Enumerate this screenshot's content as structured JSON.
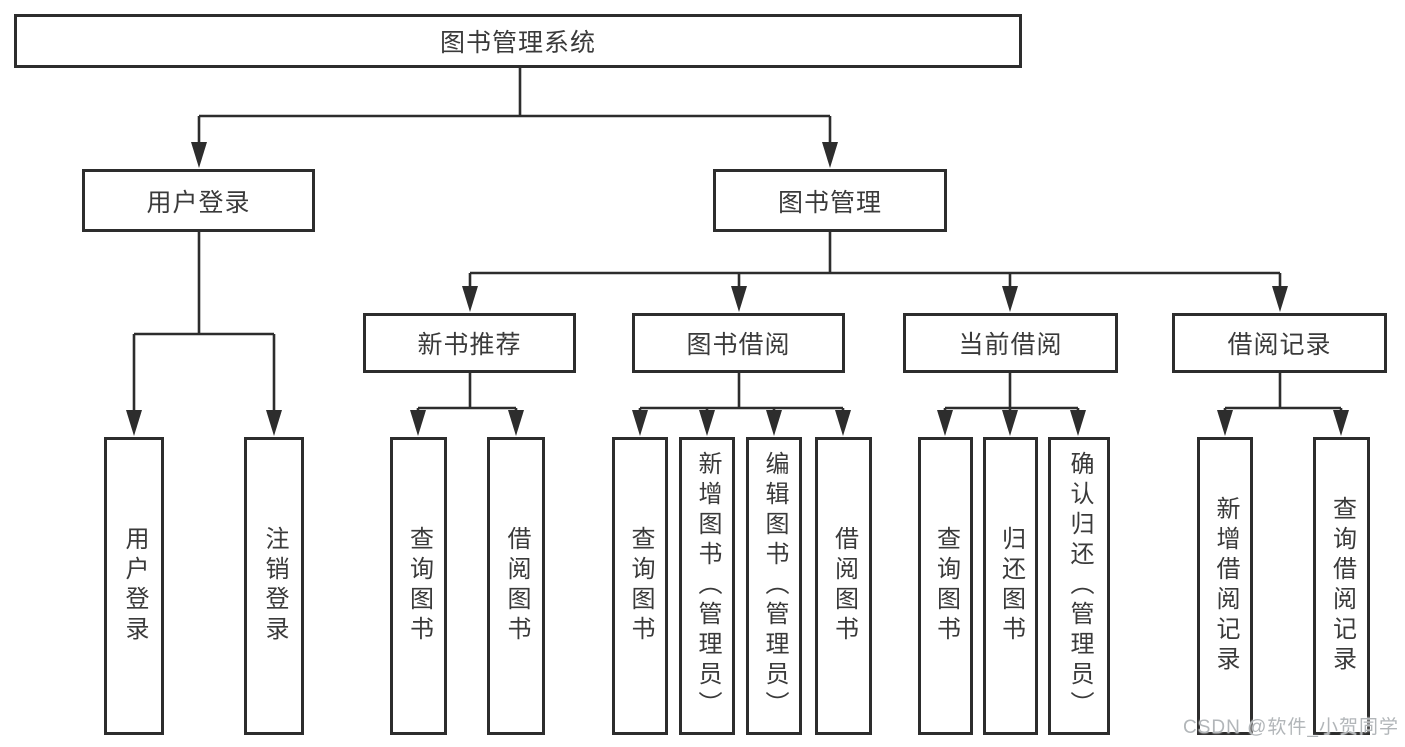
{
  "root": {
    "label": "图书管理系统"
  },
  "children": [
    {
      "label": "用户登录",
      "children": [
        {
          "label": "用户登录"
        },
        {
          "label": "注销登录"
        }
      ]
    },
    {
      "label": "图书管理",
      "children": [
        {
          "label": "新书推荐",
          "children": [
            {
              "label": "查询图书"
            },
            {
              "label": "借阅图书"
            }
          ]
        },
        {
          "label": "图书借阅",
          "children": [
            {
              "label": "查询图书"
            },
            {
              "label": "新增图书（管理员）"
            },
            {
              "label": "编辑图书（管理员）"
            },
            {
              "label": "借阅图书"
            }
          ]
        },
        {
          "label": "当前借阅",
          "children": [
            {
              "label": "查询图书"
            },
            {
              "label": "归还图书"
            },
            {
              "label": "确认归还（管理员）"
            }
          ]
        },
        {
          "label": "借阅记录",
          "children": [
            {
              "label": "新增借阅记录"
            },
            {
              "label": "查询借阅记录"
            }
          ]
        }
      ]
    }
  ],
  "watermark": {
    "text": "CSDN @软件_小贺同学"
  },
  "colors": {
    "line": "#2d2d2d",
    "text": "#3a3a3a",
    "background": "#ffffff",
    "watermark": "#b2b6b9"
  }
}
